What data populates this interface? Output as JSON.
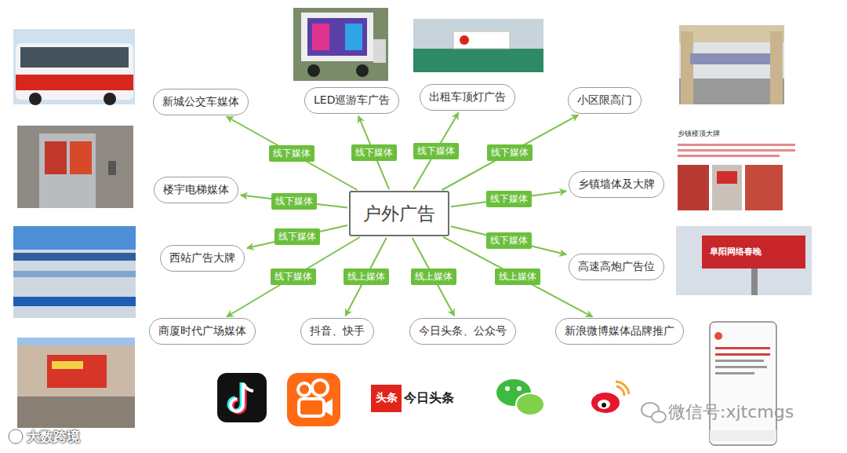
{
  "diagram": {
    "nodes": [
      {
        "text": [
          "户外广告"
        ]
      },
      {
        "text": [
          "新城公交车媒体"
        ]
      },
      {
        "text": [
          "LED巡游车广告"
        ]
      },
      {
        "text": [
          "出租车顶灯广告"
        ]
      },
      {
        "text": [
          "小区限高门"
        ]
      },
      {
        "text": [
          "楼宇电梯媒体"
        ]
      },
      {
        "text": [
          "乡镇墙体及大牌"
        ]
      },
      {
        "text": [
          "西站广告大牌"
        ]
      },
      {
        "text": [
          "高速高炮广告位"
        ]
      },
      {
        "text": [
          "商厦时代广场媒体"
        ]
      },
      {
        "text": [
          "抖音、快手"
        ]
      },
      {
        "text": [
          "今日头条、公众号"
        ]
      },
      {
        "text": [
          "新浪微博媒体品牌推广"
        ]
      }
    ],
    "edges": [
      {
        "from": 0,
        "to": 1,
        "arrow": "to",
        "label": "线下媒体"
      },
      {
        "from": 0,
        "to": 2,
        "arrow": "to",
        "label": "线下媒体"
      },
      {
        "from": 0,
        "to": 3,
        "arrow": "to",
        "label": "线下媒体"
      },
      {
        "from": 0,
        "to": 4,
        "arrow": "to",
        "label": "线下媒体"
      },
      {
        "from": 0,
        "to": 5,
        "arrow": "to",
        "label": "线下媒体"
      },
      {
        "from": 0,
        "to": 6,
        "arrow": "to",
        "label": "线下媒体"
      },
      {
        "from": 0,
        "to": 7,
        "arrow": "to",
        "label": "线下媒体"
      },
      {
        "from": 0,
        "to": 8,
        "arrow": "to",
        "label": "线下媒体"
      },
      {
        "from": 0,
        "to": 9,
        "arrow": "to",
        "label": "线下媒体"
      },
      {
        "from": 0,
        "to": 10,
        "arrow": "to",
        "label": "线上媒体"
      },
      {
        "from": 0,
        "to": 11,
        "arrow": "to",
        "label": "线上媒体"
      },
      {
        "from": 0,
        "to": 12,
        "arrow": "to",
        "label": "线上媒体"
      }
    ],
    "labels": [
      "头条",
      "今日头条",
      "乡镇楼顶大牌",
      "阜阳网络春晚",
      "微信号:xjtcmgs",
      "大数跨境"
    ]
  }
}
